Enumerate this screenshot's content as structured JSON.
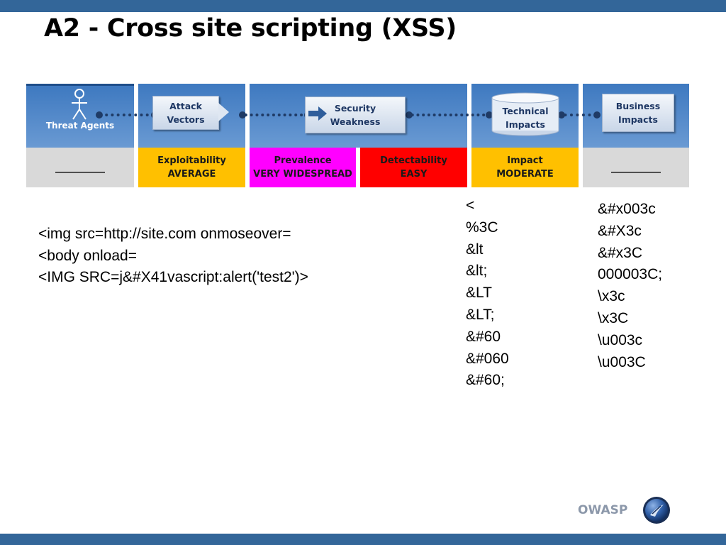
{
  "slide": {
    "title": "A2 - Cross site scripting (XSS)",
    "brand": "OWASP",
    "colors": {
      "bar": "#336699",
      "panel": "#4f81bd",
      "gray": "#d9d9d9",
      "yellow": "#ffc000",
      "magenta": "#ff00ff",
      "red": "#ff0000"
    }
  },
  "risk_model": {
    "threat_agents": "Threat Agents",
    "attack_vectors": [
      "Attack",
      "Vectors"
    ],
    "security_weakness": [
      "Security",
      "Weakness"
    ],
    "technical_impacts": [
      "Technical",
      "Impacts"
    ],
    "business_impacts": [
      "Business",
      "Impacts"
    ],
    "threat_value": "__________",
    "exploitability": {
      "label": "Exploitability",
      "value": "AVERAGE"
    },
    "prevalence": {
      "label": "Prevalence",
      "value": "VERY WIDESPREAD"
    },
    "detectability": {
      "label": "Detectability",
      "value": "EASY"
    },
    "impact": {
      "label": "Impact",
      "value": "MODERATE"
    },
    "business_value": "__________"
  },
  "examples": [
    "<img src=http://site.com onmoseover=",
    "<body onload=",
    "<IMG SRC=j&#X41vascript:alert('test2')>"
  ],
  "encodings_col1": [
    "<",
    "%3C",
    "&lt",
    "&lt;",
    "&LT",
    "&LT;",
    "&#60",
    "&#060",
    "&#60;"
  ],
  "encodings_col2": [
    "&#x003c",
    "&#X3c",
    "&#x3C",
    "000003C;",
    "\\x3c",
    "\\x3C",
    "\\u003c",
    "\\u003C"
  ]
}
